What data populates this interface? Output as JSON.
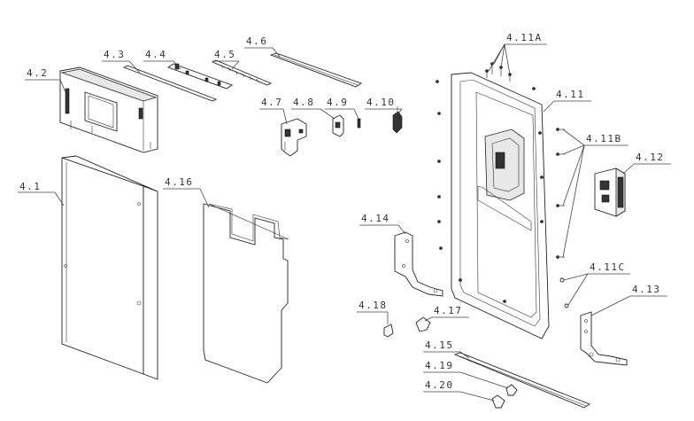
{
  "labels": {
    "p4_1": "4.1",
    "p4_2": "4.2",
    "p4_3": "4.3",
    "p4_4": "4.4",
    "p4_5": "4.5",
    "p4_6": "4.6",
    "p4_7": "4.7",
    "p4_8": "4.8",
    "p4_9": "4.9",
    "p4_10": "4.10",
    "p4_11": "4.11",
    "p4_11a": "4.11A",
    "p4_11b": "4.11B",
    "p4_11c": "4.11C",
    "p4_12": "4.12",
    "p4_13": "4.13",
    "p4_14": "4.14",
    "p4_15": "4.15",
    "p4_16": "4.16",
    "p4_17": "4.17",
    "p4_18": "4.18",
    "p4_19": "4.19",
    "p4_20": "4.20"
  }
}
